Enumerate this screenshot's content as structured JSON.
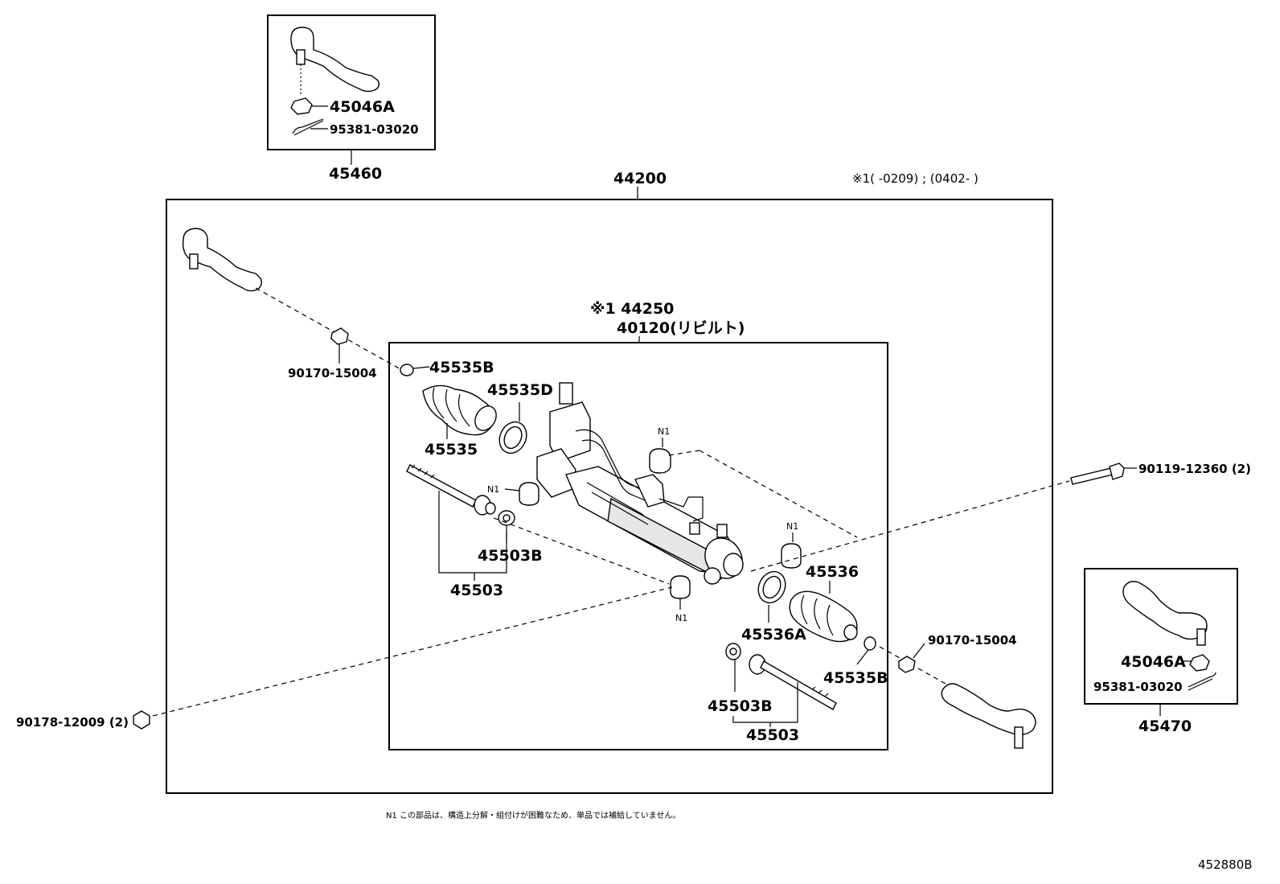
{
  "labels": {
    "p45460": "45460",
    "p45046A_top": "45046A",
    "p95381_top": "95381-03020",
    "p44200": "44200",
    "range_note": "※1(      -0209) ; (0402-      )",
    "p44250": "※1 44250",
    "p40120": "40120(リビルト)",
    "p90170_left": "90170-15004",
    "p45535B_top": "45535B",
    "p45535D": "45535D",
    "p45535": "45535",
    "n1_a": "N1",
    "n1_b": "N1",
    "n1_c": "N1",
    "n1_d": "N1",
    "p45503B_left": "45503B",
    "p45503_left": "45503",
    "p90119": "90119-12360 (2)",
    "p45536": "45536",
    "p45536A": "45536A",
    "p90170_right": "90170-15004",
    "p45535B_right": "45535B",
    "p45503B_right": "45503B",
    "p45503_right": "45503",
    "p90178": "90178-12009 (2)",
    "p45046A_right": "45046A",
    "p95381_right": "95381-03020",
    "p45470": "45470",
    "footnote": "N1  この部品は、構造上分解・組付けが困難なため、単品では補給していません。",
    "diagram_code": "452880B"
  }
}
